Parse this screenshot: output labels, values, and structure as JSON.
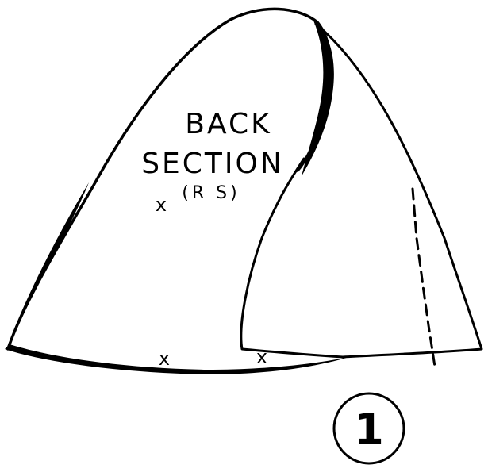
{
  "diagram": {
    "pieces": [
      {
        "label_lines": [
          "BACK",
          "SECTION"
        ],
        "side_note": "(R S)",
        "marks": [
          "x",
          "x",
          "x"
        ]
      }
    ],
    "step_number": "1",
    "colors": {
      "ink": "#000000",
      "paper": "#ffffff"
    }
  }
}
